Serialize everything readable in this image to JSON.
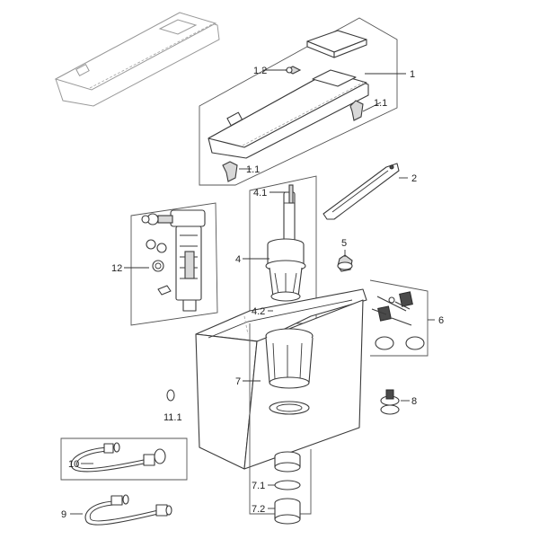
{
  "callouts": {
    "c1": "1",
    "c1_1a": "1.1",
    "c1_1b": "1.1",
    "c1_2": "1.2",
    "c2": "2",
    "c4": "4",
    "c4_1": "4.1",
    "c4_2": "4.2",
    "c5": "5",
    "c6": "6",
    "c7": "7",
    "c7_1": "7.1",
    "c7_2": "7.2",
    "c8": "8",
    "c9": "9",
    "c10": "10",
    "c11_1": "11.1",
    "c12": "12"
  }
}
